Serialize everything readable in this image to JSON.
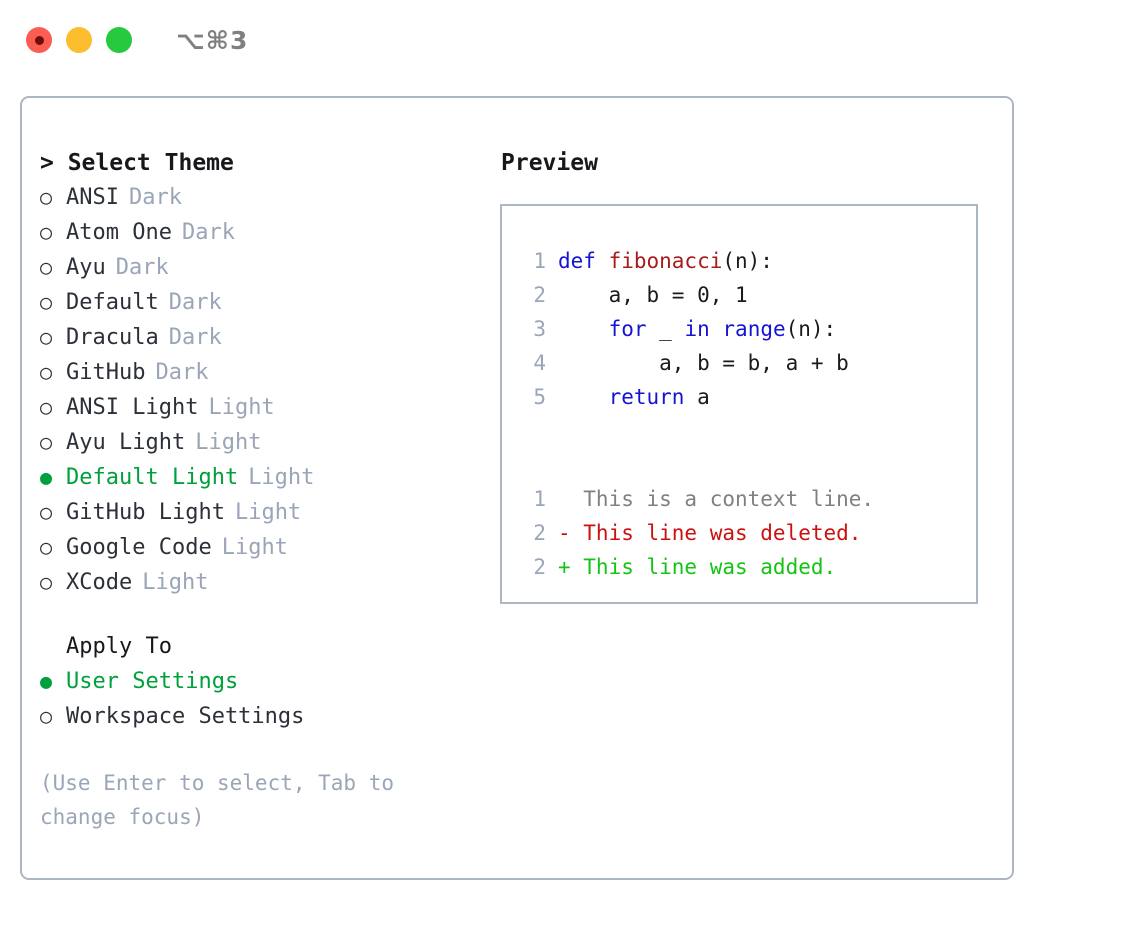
{
  "titlebar": {
    "shortcut": "⌥⌘3",
    "lights": [
      "close-red",
      "minimize-yellow",
      "zoom-green"
    ]
  },
  "theme_panel": {
    "header": "> Select Theme",
    "items": [
      {
        "label": "ANSI",
        "kind": "Dark",
        "selected": false
      },
      {
        "label": "Atom One",
        "kind": "Dark",
        "selected": false
      },
      {
        "label": "Ayu",
        "kind": "Dark",
        "selected": false
      },
      {
        "label": "Default",
        "kind": "Dark",
        "selected": false
      },
      {
        "label": "Dracula",
        "kind": "Dark",
        "selected": false
      },
      {
        "label": "GitHub",
        "kind": "Dark",
        "selected": false
      },
      {
        "label": "ANSI Light",
        "kind": "Light",
        "selected": false
      },
      {
        "label": "Ayu Light",
        "kind": "Light",
        "selected": false
      },
      {
        "label": "Default Light",
        "kind": "Light",
        "selected": true
      },
      {
        "label": "GitHub Light",
        "kind": "Light",
        "selected": false
      },
      {
        "label": "Google Code",
        "kind": "Light",
        "selected": false
      },
      {
        "label": "XCode",
        "kind": "Light",
        "selected": false
      }
    ],
    "bullet_selected": "●",
    "bullet_unselected": "○"
  },
  "apply_to": {
    "title": "Apply To",
    "items": [
      {
        "label": "User Settings",
        "selected": true
      },
      {
        "label": "Workspace Settings",
        "selected": false
      }
    ]
  },
  "hint": "(Use Enter to select, Tab to change focus)",
  "preview": {
    "title": "Preview",
    "code_lines": [
      {
        "no": "1",
        "segments": [
          {
            "t": "def ",
            "c": "kw"
          },
          {
            "t": "fibonacci",
            "c": "fn"
          },
          {
            "t": "(n):",
            "c": "pl"
          }
        ]
      },
      {
        "no": "2",
        "segments": [
          {
            "t": "    a, b = 0, 1",
            "c": "pl"
          }
        ]
      },
      {
        "no": "3",
        "segments": [
          {
            "t": "    ",
            "c": "pl"
          },
          {
            "t": "for",
            "c": "kw"
          },
          {
            "t": " _ ",
            "c": "pl"
          },
          {
            "t": "in",
            "c": "kw"
          },
          {
            "t": " ",
            "c": "pl"
          },
          {
            "t": "range",
            "c": "kw"
          },
          {
            "t": "(n):",
            "c": "pl"
          }
        ]
      },
      {
        "no": "4",
        "segments": [
          {
            "t": "        a, b = b, a + b",
            "c": "pl"
          }
        ]
      },
      {
        "no": "5",
        "segments": [
          {
            "t": "    ",
            "c": "pl"
          },
          {
            "t": "return",
            "c": "kw"
          },
          {
            "t": " a",
            "c": "pl"
          }
        ]
      }
    ],
    "diff_lines": [
      {
        "no": "1",
        "marker": " ",
        "text": "  This is a context line.",
        "kind": "diff-ctx"
      },
      {
        "no": "2",
        "marker": " ",
        "text": "- This line was deleted.",
        "kind": "diff-del"
      },
      {
        "no": "2",
        "marker": " ",
        "text": "+ This line was added.",
        "kind": "diff-add"
      }
    ]
  },
  "colors": {
    "accent_green": "#00a03c",
    "border": "#aeb6c4",
    "muted": "#9aa5b8",
    "keyword_blue": "#1414d2",
    "function_red": "#a61b1b",
    "diff_deleted": "#cc1111",
    "diff_added": "#14c414"
  }
}
